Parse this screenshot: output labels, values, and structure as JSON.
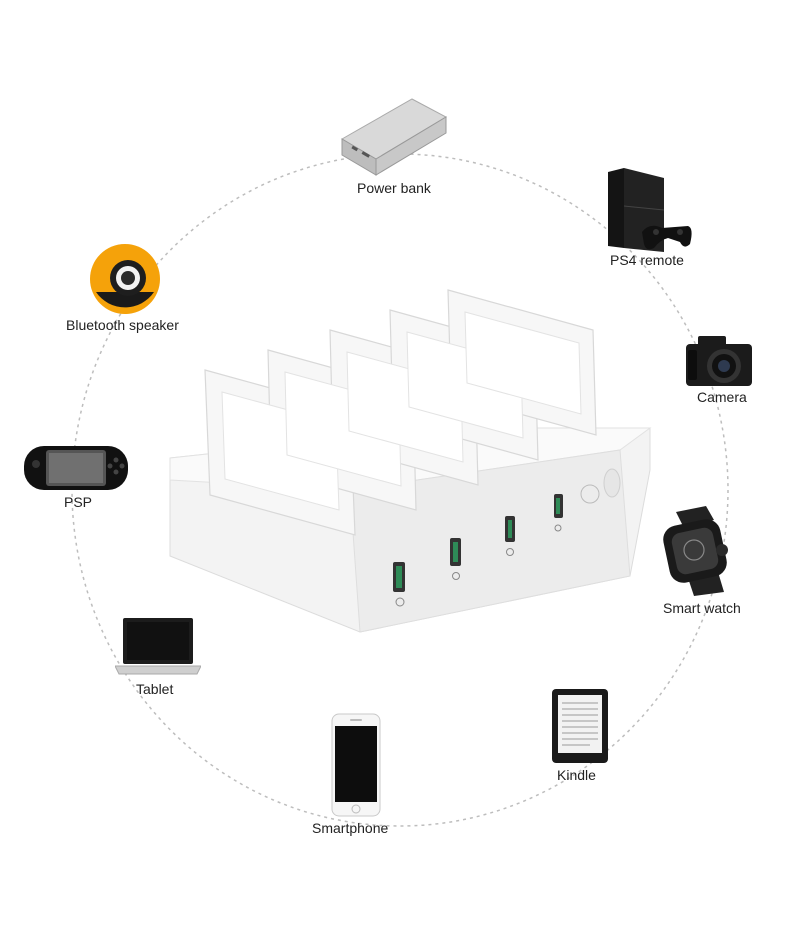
{
  "devices": {
    "power_bank": {
      "label": "Power bank"
    },
    "ps4": {
      "label": "PS4 remote"
    },
    "bluetooth_speaker": {
      "label": "Bluetooth speaker"
    },
    "camera": {
      "label": "Camera"
    },
    "psp": {
      "label": "PSP"
    },
    "smart_watch": {
      "label": "Smart watch"
    },
    "tablet": {
      "label": "Tablet"
    },
    "kindle": {
      "label": "Kindle"
    },
    "smartphone": {
      "label": "Smartphone"
    }
  },
  "colors": {
    "background": "#ffffff",
    "station_body": "#f4f4f4",
    "usb_port_accent": "#2e8b57",
    "circle_dashes": "#bdbdbd",
    "speaker_orange": "#f5a20a"
  }
}
